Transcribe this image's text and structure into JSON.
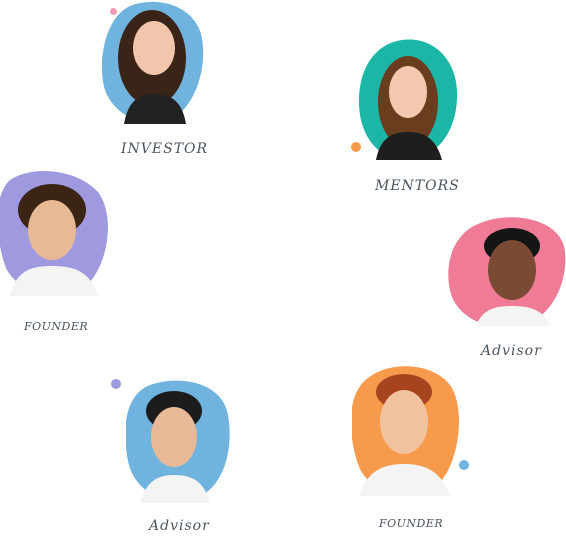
{
  "team": [
    {
      "role": "INVESTOR",
      "color": "#6fb3de",
      "hair": "#3a2418",
      "shirt": "#222222",
      "skin": "#f1c6ac"
    },
    {
      "role": "MENTORS",
      "color": "#1bb6a5",
      "hair": "#6b3d1f",
      "shirt": "#1e1e1e",
      "skin": "#f2c8ae"
    },
    {
      "role": "FOUNDER",
      "color": "#9f9ae0",
      "hair": "#3b2414",
      "shirt": "#f4f4f4",
      "skin": "#e9b894"
    },
    {
      "role": "Advisor",
      "color": "#f07b96",
      "hair": "#151515",
      "shirt": "#f4f4f4",
      "skin": "#7a4a34"
    },
    {
      "role": "Advisor",
      "color": "#6fb3de",
      "hair": "#1c1c1c",
      "shirt": "#f4f4f4",
      "skin": "#e7b996"
    },
    {
      "role": "FOUNDER",
      "color": "#f79a4b",
      "hair": "#a8431f",
      "shirt": "#f4f4f4",
      "skin": "#f0c2a0"
    }
  ],
  "dots": [
    {
      "name": "pink-dot",
      "color": "#f29bb0"
    },
    {
      "name": "orange-dot",
      "color": "#f79a4b"
    },
    {
      "name": "purple-dot",
      "color": "#9f9ae0"
    },
    {
      "name": "blue-dot",
      "color": "#6fb3de"
    }
  ]
}
